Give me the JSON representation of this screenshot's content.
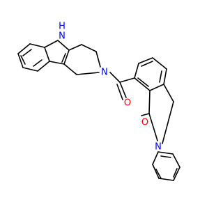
{
  "structure": {
    "atom_labels": {
      "indole_nh": "N",
      "indole_h": "H",
      "piperidine_n": "N",
      "carbonyl_o": "O",
      "lactam_o": "O",
      "lactam_n": "N"
    },
    "colors": {
      "bond": "#000000",
      "nitrogen": "#0000ff",
      "oxygen": "#ff0000",
      "background": "#ffffff"
    }
  }
}
